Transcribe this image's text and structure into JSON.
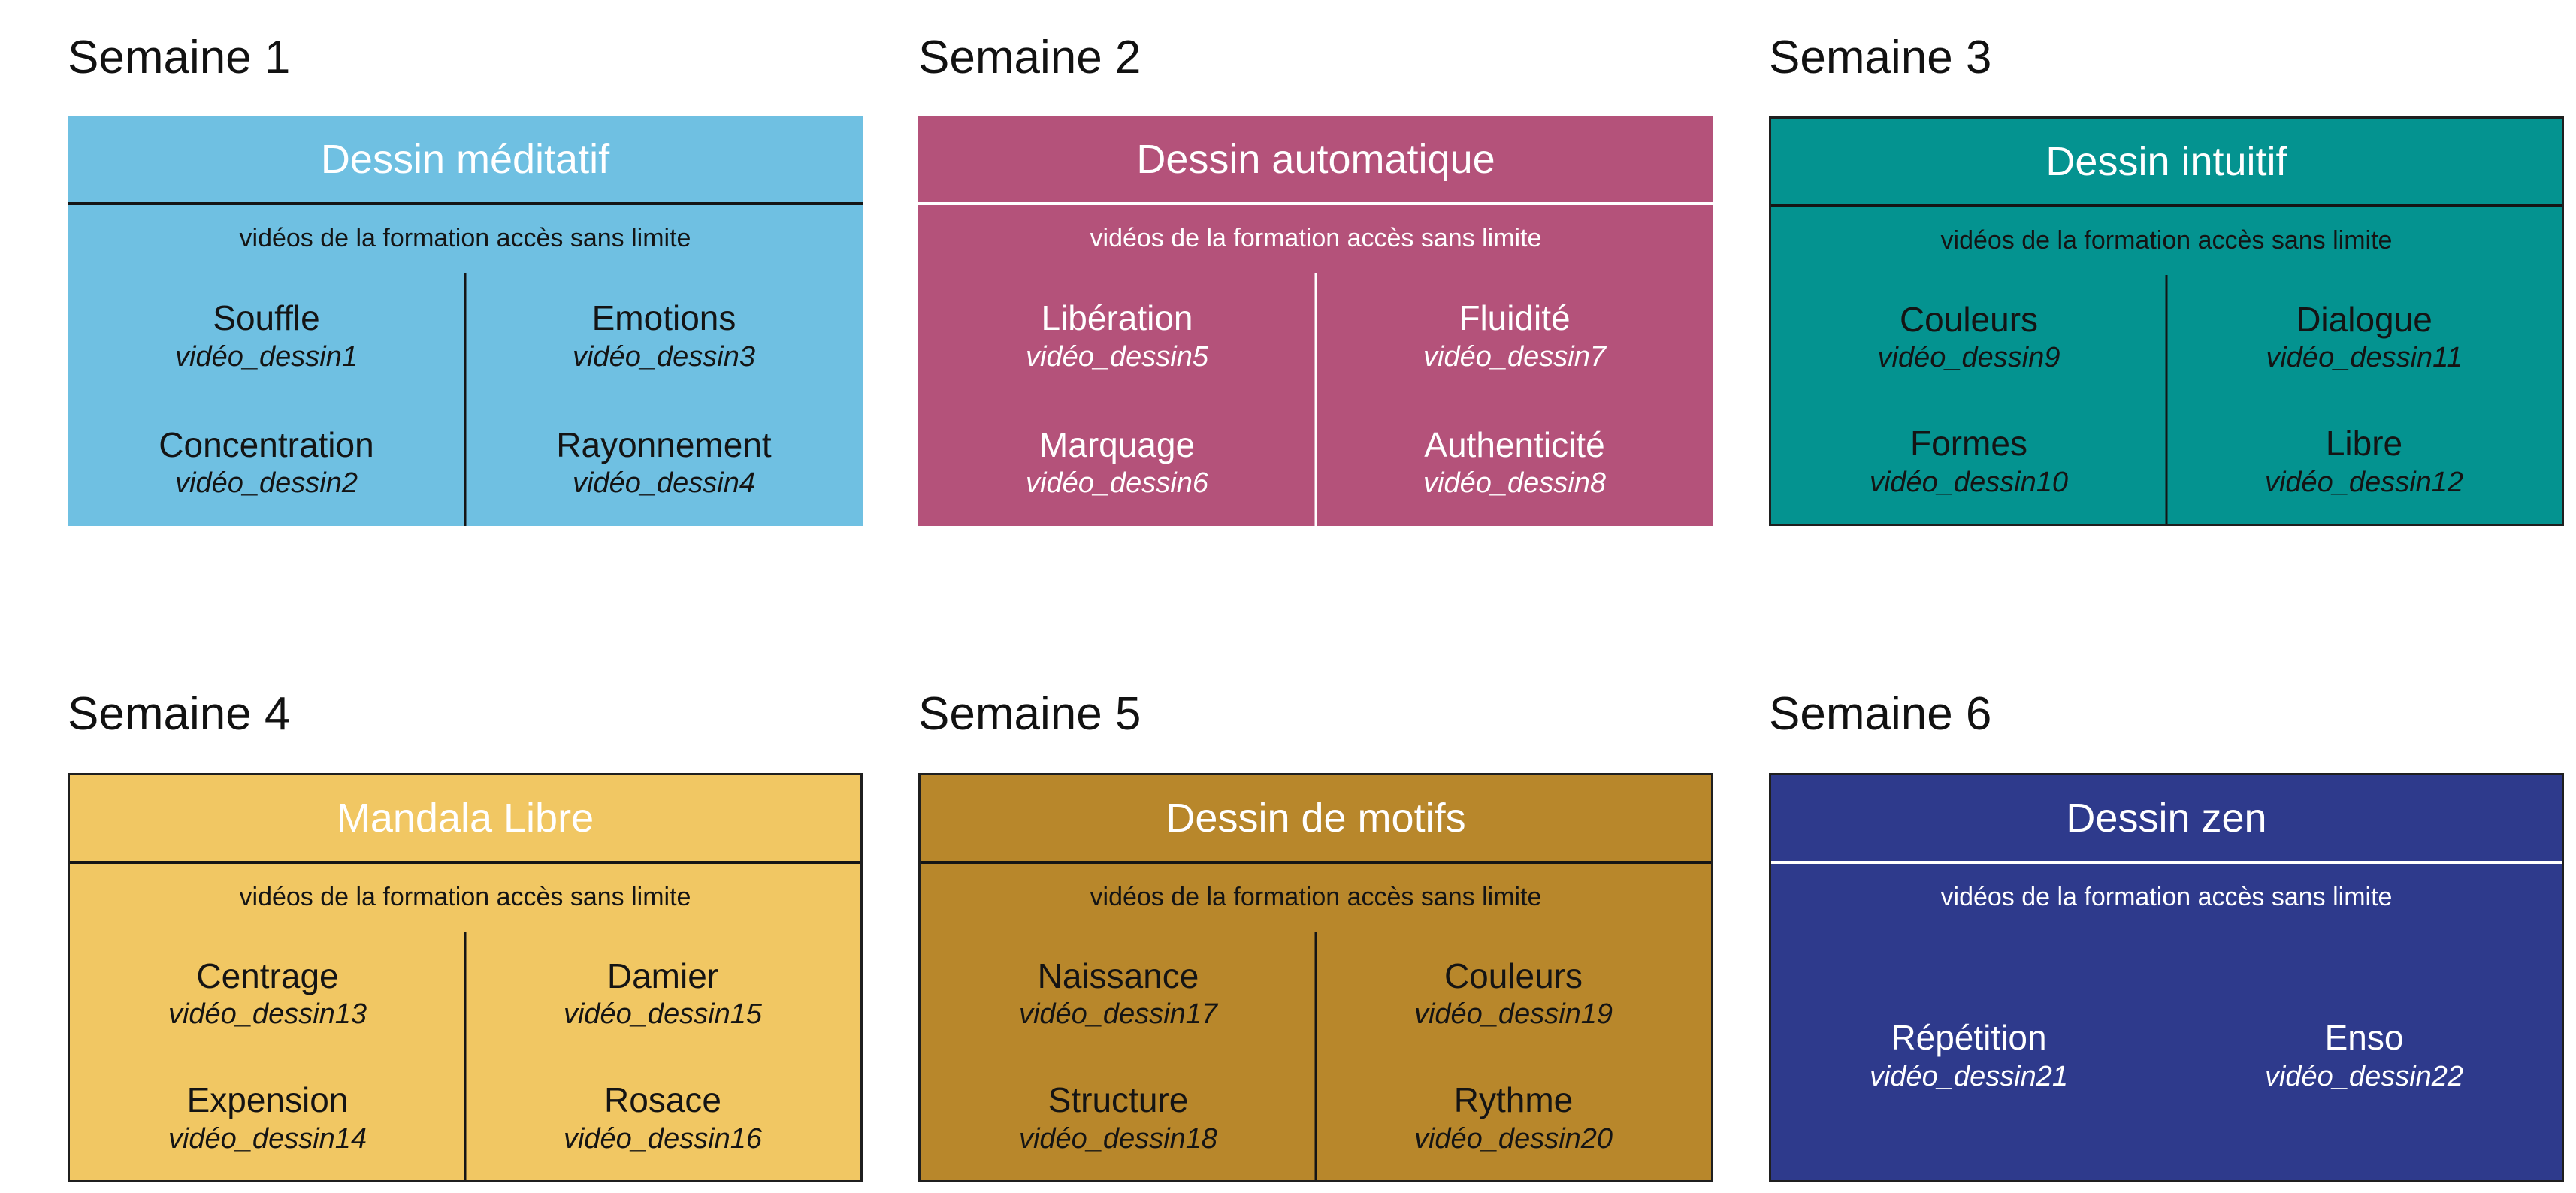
{
  "page": {
    "background": "#ffffff",
    "heading_color": "#111111"
  },
  "weeks": [
    {
      "heading": "Semaine 1",
      "title": "Dessin méditatif",
      "subtitle": "vidéos de la formation accès sans limite",
      "colors": {
        "bg": "#6FC0E2",
        "fg": "#141414",
        "title": "#FFFFFF",
        "line": "#151515"
      },
      "items": [
        {
          "name": "Souffle",
          "video": "vidéo_dessin1"
        },
        {
          "name": "Emotions",
          "video": "vidéo_dessin3"
        },
        {
          "name": "Concentration",
          "video": "vidéo_dessin2"
        },
        {
          "name": "Rayonnement",
          "video": "vidéo_dessin4"
        }
      ]
    },
    {
      "heading": "Semaine 2",
      "title": "Dessin automatique",
      "subtitle": "vidéos de la formation accès sans limite",
      "colors": {
        "bg": "#B4527A",
        "fg": "#FFFFFF",
        "title": "#FFFFFF",
        "line": "#FFFFFF"
      },
      "items": [
        {
          "name": "Libération",
          "video": "vidéo_dessin5"
        },
        {
          "name": "Fluidité",
          "video": "vidéo_dessin7"
        },
        {
          "name": "Marquage",
          "video": "vidéo_dessin6"
        },
        {
          "name": "Authenticité",
          "video": "vidéo_dessin8"
        }
      ]
    },
    {
      "heading": "Semaine 3",
      "title": "Dessin intuitif",
      "subtitle": "vidéos de la formation accès sans limite",
      "colors": {
        "bg": "#049390",
        "fg": "#141414",
        "title": "#FFFFFF",
        "line": "#151515",
        "border": "#1F1F1F"
      },
      "items": [
        {
          "name": "Couleurs",
          "video": "vidéo_dessin9"
        },
        {
          "name": "Dialogue",
          "video": "vidéo_dessin11"
        },
        {
          "name": "Formes",
          "video": "vidéo_dessin10"
        },
        {
          "name": "Libre",
          "video": "vidéo_dessin12"
        }
      ]
    },
    {
      "heading": "Semaine 4",
      "title": "Mandala Libre",
      "subtitle": "vidéos de la formation accès sans limite",
      "colors": {
        "bg": "#F1C763",
        "fg": "#141414",
        "title": "#FFFFFF",
        "line": "#151515",
        "border": "#1F1F1F"
      },
      "items": [
        {
          "name": "Centrage",
          "video": "vidéo_dessin13"
        },
        {
          "name": "Damier",
          "video": "vidéo_dessin15"
        },
        {
          "name": "Expension",
          "video": "vidéo_dessin14"
        },
        {
          "name": "Rosace",
          "video": "vidéo_dessin16"
        }
      ]
    },
    {
      "heading": "Semaine 5",
      "title": "Dessin de motifs",
      "subtitle": "vidéos de la formation accès sans limite",
      "colors": {
        "bg": "#B8872B",
        "fg": "#141414",
        "title": "#FFFFFF",
        "line": "#151515",
        "border": "#1F1F1F"
      },
      "items": [
        {
          "name": "Naissance",
          "video": "vidéo_dessin17"
        },
        {
          "name": "Couleurs",
          "video": "vidéo_dessin19"
        },
        {
          "name": "Structure",
          "video": "vidéo_dessin18"
        },
        {
          "name": "Rythme",
          "video": "vidéo_dessin20"
        }
      ]
    },
    {
      "heading": "Semaine 6",
      "title": "Dessin zen",
      "subtitle": "vidéos de la formation accès sans limite",
      "colors": {
        "bg": "#2E3A8C",
        "fg": "#FFFFFF",
        "title": "#FFFFFF",
        "line": "#FFFFFF",
        "border": "#1F1F1F"
      },
      "items": [
        {
          "name": "Répétition",
          "video": "vidéo_dessin21"
        },
        {
          "name": "Enso",
          "video": "vidéo_dessin22"
        }
      ]
    }
  ]
}
